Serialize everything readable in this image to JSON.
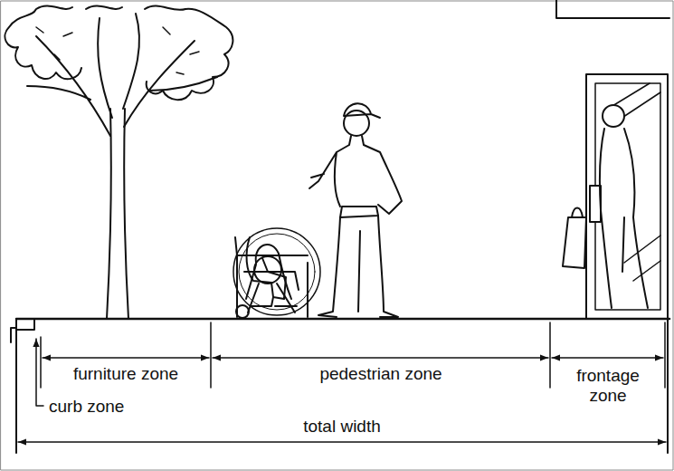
{
  "diagram": {
    "labels": [
      "furniture zone",
      "pedestrian zone",
      "frontage zone",
      "curb zone",
      "total width"
    ]
  }
}
